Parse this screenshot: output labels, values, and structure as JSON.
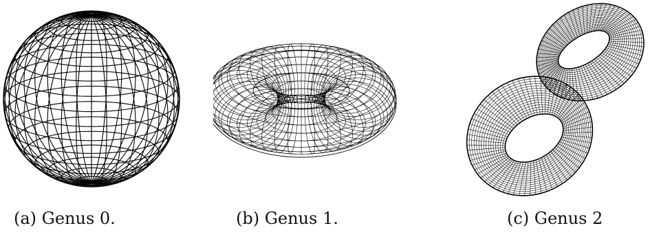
{
  "figures": [
    {
      "id": "a",
      "caption": "(a) Genus 0.",
      "genus": 0,
      "shape": "sphere"
    },
    {
      "id": "b",
      "caption": "(b) Genus 1.",
      "genus": 1,
      "shape": "torus"
    },
    {
      "id": "c",
      "caption": "(c) Genus 2",
      "genus": 2,
      "shape": "double-torus"
    }
  ],
  "colors": {
    "line": "#000000",
    "background": "#ffffff"
  }
}
